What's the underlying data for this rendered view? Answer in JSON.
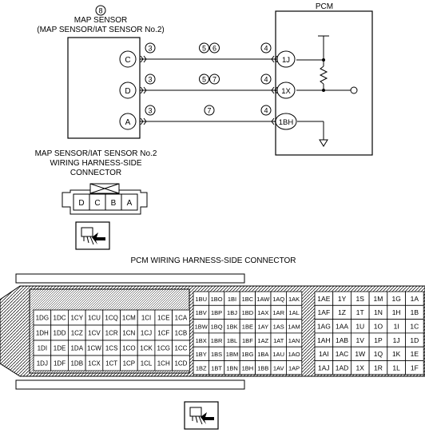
{
  "labels": {
    "map_sensor_num": "8",
    "map_sensor_title": "MAP SENSOR",
    "map_sensor_sub": "(MAP SENSOR/IAT SENSOR No.2)",
    "pcm_title": "PCM",
    "harness_line1": "MAP SENSOR/IAT SENSOR No.2",
    "harness_line2": "WIRING HARNESS-SIDE",
    "harness_line3": "CONNECTOR",
    "pcm_harness_title": "PCM WIRING HARNESS-SIDE CONNECTOR"
  },
  "wires": [
    {
      "sensor_pin": "C",
      "pcm_pin": "1J",
      "left_mark": "3",
      "right_mark": "4",
      "refs": [
        "5",
        "6"
      ]
    },
    {
      "sensor_pin": "D",
      "pcm_pin": "1X",
      "left_mark": "3",
      "right_mark": "4",
      "refs": [
        "5",
        "7"
      ]
    },
    {
      "sensor_pin": "A",
      "pcm_pin": "1BH",
      "left_mark": "3",
      "right_mark": "4",
      "refs": [
        "7"
      ]
    }
  ],
  "small_connector_pins": [
    "D",
    "C",
    "B",
    "A"
  ],
  "pcm_connector": {
    "left_block": [
      [
        "1DG",
        "1DC",
        "1CY",
        "1CU",
        "1CQ",
        "1CM",
        "1CI",
        "1CE",
        "1CA"
      ],
      [
        "1DH",
        "1DD",
        "1CZ",
        "1CV",
        "1CR",
        "1CN",
        "1CJ",
        "1CF",
        "1CB"
      ],
      [
        "1DI",
        "1DE",
        "1DA",
        "1CW",
        "1CS",
        "1CO",
        "1CK",
        "1CG",
        "1CC"
      ],
      [
        "1DJ",
        "1DF",
        "1DB",
        "1CX",
        "1CT",
        "1CP",
        "1CL",
        "1CH",
        "1CD"
      ]
    ],
    "middle_block": [
      [
        "1BU",
        "1BO",
        "1BI",
        "1BC",
        "1AW",
        "1AQ",
        "1AK"
      ],
      [
        "1BV",
        "1BP",
        "1BJ",
        "1BD",
        "1AX",
        "1AR",
        "1AL"
      ],
      [
        "1BW",
        "1BQ",
        "1BK",
        "1BE",
        "1AY",
        "1AS",
        "1AM"
      ],
      [
        "1BX",
        "1BR",
        "1BL",
        "1BF",
        "1AZ",
        "1AT",
        "1AN"
      ],
      [
        "1BY",
        "1BS",
        "1BM",
        "1BG",
        "1BA",
        "1AU",
        "1AO"
      ],
      [
        "1BZ",
        "1BT",
        "1BN",
        "1BH",
        "1BB",
        "1AV",
        "1AP"
      ]
    ],
    "right_block": [
      [
        "1AE",
        "1Y",
        "1S",
        "1M",
        "1G",
        "1A"
      ],
      [
        "1AF",
        "1Z",
        "1T",
        "1N",
        "1H",
        "1B"
      ],
      [
        "1AG",
        "1AA",
        "1U",
        "1O",
        "1I",
        "1C"
      ],
      [
        "1AH",
        "1AB",
        "1V",
        "1P",
        "1J",
        "1D"
      ],
      [
        "1AI",
        "1AC",
        "1W",
        "1Q",
        "1K",
        "1E"
      ],
      [
        "1AJ",
        "1AD",
        "1X",
        "1R",
        "1L",
        "1F"
      ]
    ]
  }
}
